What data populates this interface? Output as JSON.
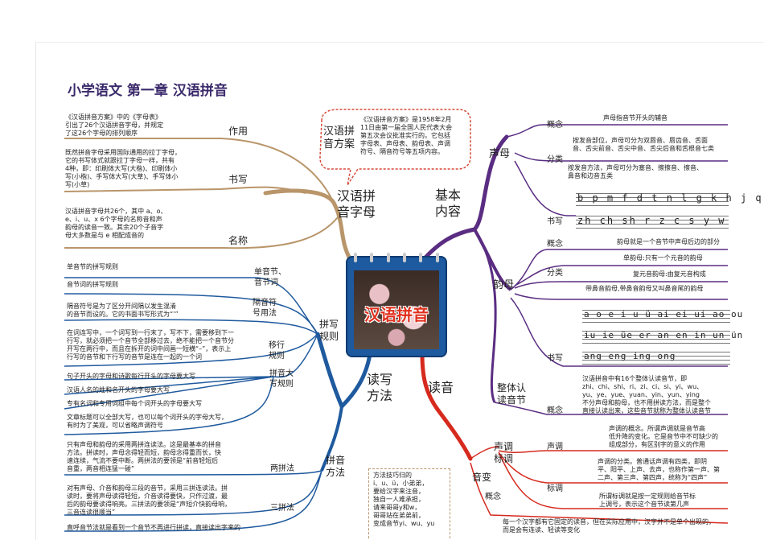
{
  "title": "小学语文 第一章 汉语拼音",
  "center": {
    "label": "汉语拼音"
  },
  "branches": {
    "zimu": "汉语拼\n音字母",
    "jiben": "基本\n内容",
    "duxie": "读写\n方法",
    "duyin": "读音"
  },
  "fangan": {
    "label": "汉语拼\n音方案",
    "text": "《汉语拼音方案》是1958年2月\n11日由第一届全国人民代表大会\n第五次会议批准实行的。它包括\n字母表、声母表、韵母表、声调\n符号、隔音符号等五项内容。"
  },
  "zimu_items": [
    {
      "label": "作用",
      "text": "《汉语拼音方案》中的《字母表》\n引出了26个汉语拼音字母，并规定\n了这26个字母的排列顺序"
    },
    {
      "label": "书写",
      "text": "既然拼音字母采用国际通用的拉丁字母，\n它的书写体式就跟拉丁字母一样，共有\n4种，即：印刷体大写(大楷)、印刷体小\n写(小楷)、手写体大写(大草)、手写体小\n写(小草)"
    },
    {
      "label": "名称",
      "text": "汉语拼音字母共26个，其中 a、o、\ne、i、u、x 6个字母的名称音和声\n韵母的读音一致。其余20个子音字\n母大多数是与 e 相配成音的"
    }
  ],
  "shengmu": {
    "label": "声母",
    "gainian_label": "概念",
    "gainian": "声母指音节开头的辅音",
    "fenlei_label": "分类",
    "fenlei1": "按发音部位，声母可分为双唇音、唇齿音、舌面\n音、舌尖前音、舌尖中音、舌尖后音和舌根音七类",
    "fenlei2": "按发音方法，声母可分为塞音、擦擦音、擦音、\n鼻音和边音五类",
    "shuxie_label": "书写",
    "row1": "b p m f d t n l g k h j q x",
    "row2": "zh ch sh r z c s y w"
  },
  "yunmu": {
    "label": "韵母",
    "gainian_label": "概念",
    "gainian": "韵母就是一个音节中声母后边的部分",
    "fenlei_label": "分类",
    "fenlei1": "单韵母:只有一个元音的韵母",
    "fenlei2": "复元音韵母:由复元音构成",
    "fenlei3": "带鼻音韵母,带鼻音韵母又叫鼻音尾的韵母",
    "shuxie_label": "书写",
    "row1": "a o e i u ü ai ei ui ao ou",
    "row2": "iu ie üe er an en in un ün",
    "row3": "ang eng ing ong"
  },
  "zhengti": {
    "label": "整体认\n读音节",
    "gainian_label": "概念",
    "text": "汉语拼音中有16个整体认读音节，即\nzhi、chi、shi、ri、zi、ci、si、yi、wu、\nyu、ye、yue、yuan、yin、yun、ying\n不分声母和韵母，也不用拼读方法，而是整个\n直接认读出来，这些音节就称为整体认读音节"
  },
  "shengdiao": {
    "label": "声调\n标调",
    "sd_label": "声调",
    "sd1": "声调的概念。所谓声调就是音节高\n低升降的变化。它是音节中不可缺少的\n组成部分，有区别字的意义的作用",
    "sd2": "声调的分类。普通话声调有四类，即阴\n平、阳平、上声、去声，也称作第一声、第\n二声、第三声、第四声，统称为“四声”",
    "bd_label": "标调",
    "bd": "所谓标调就是按一定规则给音节标\n上调号，表示这个音节读第几声"
  },
  "yinbian": {
    "label": "音变",
    "gainian_label": "概念",
    "text": "每一个汉字都有它固定的读音，但在实际应用中，汉字并不是单个出现的，\n而是会有连读、轻读等变化"
  },
  "fangfa": {
    "text": "方法技巧归的\ni、u、ü，小弟弟，\n要给汉字来注音，\n独自一人难承担，\n请来哥哥y和w，\n哥哥站在弟弟前，\n变成音节yi、wu、yu"
  },
  "pinxie": {
    "label": "拼写\n规则",
    "items": [
      {
        "label": "单音节、\n音节词",
        "text": "单音节的拼写规则"
      },
      {
        "label": "",
        "text": "音节词的拼写规则"
      },
      {
        "label": "隔音符\n号用法",
        "text": "隔音符号是为了区分开间隔以发生混淆\n的音节而设的。它的书面书写形式为“’”"
      },
      {
        "label": "移行\n规则",
        "text": "在词连写中，一个词写到一行末了，写不下，需要移到下一\n行写，就必须把一个音节全部移过去，绝不能把一个音节分\n开写在两行中，而且在拆开的词中间画一短横“–”，表示上\n行写的音节和下行写的音节是连在一起的一个词"
      },
      {
        "label": "拼音大\n写规则",
        "text": "句子开头的字母和诗歌每行开头的字母要大写"
      },
      {
        "label": "",
        "text": "汉语人名的姓和名开头的字母要大写"
      },
      {
        "label": "",
        "text": "专有名词和专用词组中每个词开头的字母要大写"
      },
      {
        "label": "",
        "text": "文章标题可以全部大写，也可以每个词开头的字母大写，\n有时为了美观，可以省略声调符号"
      }
    ]
  },
  "pinyin_fangfa": {
    "label": "拼音\n方法",
    "liang_label": "两拼法",
    "liang": "只有声母和韵母的采用两拼连读法。这是最基本的拼音\n方法。拼读时，声母念得轻而短，韵母念得重而长，快\n速连续，气流不要中断。两拼法的要领是“前音轻短后\n音重，两音相连猛一碰”",
    "san_label": "三拼法",
    "san": "对有声母、介音和韵母三段的音节，采用三拼连读法。拼\n读时，要将声母读得轻短，介音读得要快，只作过渡，最\n后的韵母要读得响亮。三拼法的要领是“声短介快韵母响，\n三音连读很顺当”",
    "last": "直呼音节法就是看到一个音节不再进行拼读，直接读出字来的"
  },
  "colors": {
    "purple": "#5a2d82",
    "tan": "#b9956a",
    "red": "#d62a1e",
    "blue": "#1f5a9e",
    "title": "#3b2a6b"
  }
}
